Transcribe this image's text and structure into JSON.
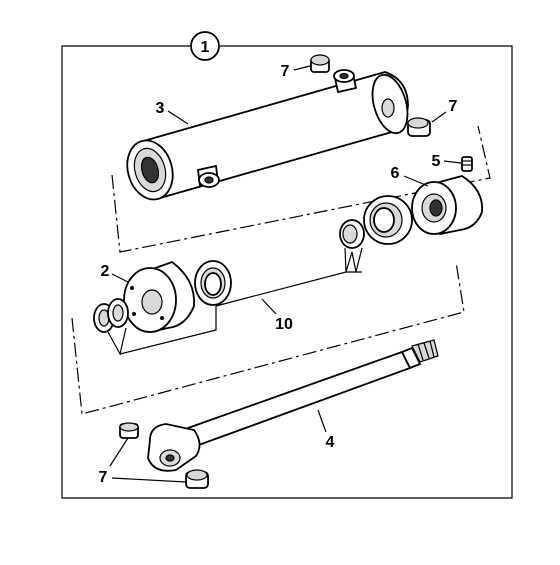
{
  "callouts": {
    "assembly": "1",
    "rod_end_bush_top": "7",
    "barrel": "3",
    "rod_end_bush_right": "7",
    "grease_nipple": "5",
    "piston": "6",
    "gland": "2",
    "seal_kit": "10",
    "piston_rod": "4",
    "rod_eye_bush": "7"
  }
}
